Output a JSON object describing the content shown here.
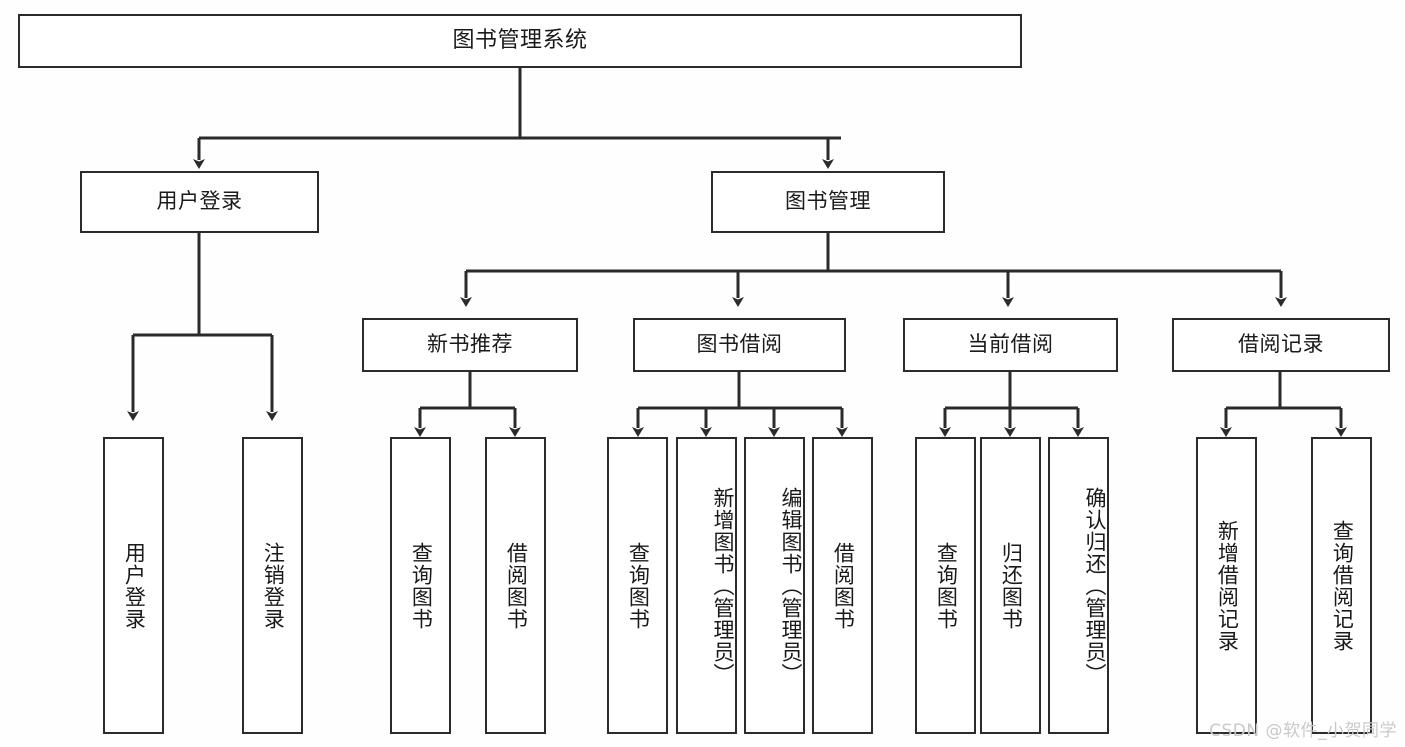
{
  "diagram": {
    "type": "tree-hierarchy",
    "title": "图书管理系统",
    "colors": {
      "background": "#fefefe",
      "node_fill": "#ffffff",
      "line": "#2b2b2b",
      "text": "#1a1a1a",
      "watermark": "#c9c9c9"
    },
    "levels": {
      "root": {
        "label": "图书管理系统"
      },
      "level2": [
        {
          "label": "用户登录"
        },
        {
          "label": "图书管理"
        }
      ],
      "level3": [
        {
          "label": "新书推荐"
        },
        {
          "label": "图书借阅"
        },
        {
          "label": "当前借阅"
        },
        {
          "label": "借阅记录"
        }
      ],
      "leaves": {
        "user_login": [
          {
            "label": "用户登录"
          },
          {
            "label": "注销登录"
          }
        ],
        "new_book_recommend": [
          {
            "label": "查询图书"
          },
          {
            "label": "借阅图书"
          }
        ],
        "book_borrow": [
          {
            "label": "查询图书"
          },
          {
            "label": "新增图书（管理员）"
          },
          {
            "label": "编辑图书（管理员）"
          },
          {
            "label": "借阅图书"
          }
        ],
        "current_borrow": [
          {
            "label": "查询图书"
          },
          {
            "label": "归还图书"
          },
          {
            "label": "确认归还（管理员）"
          }
        ],
        "borrow_record": [
          {
            "label": "新增借阅记录"
          },
          {
            "label": "查询借阅记录"
          }
        ]
      }
    }
  },
  "watermark": {
    "text": "CSDN @软件_小贺同学"
  }
}
